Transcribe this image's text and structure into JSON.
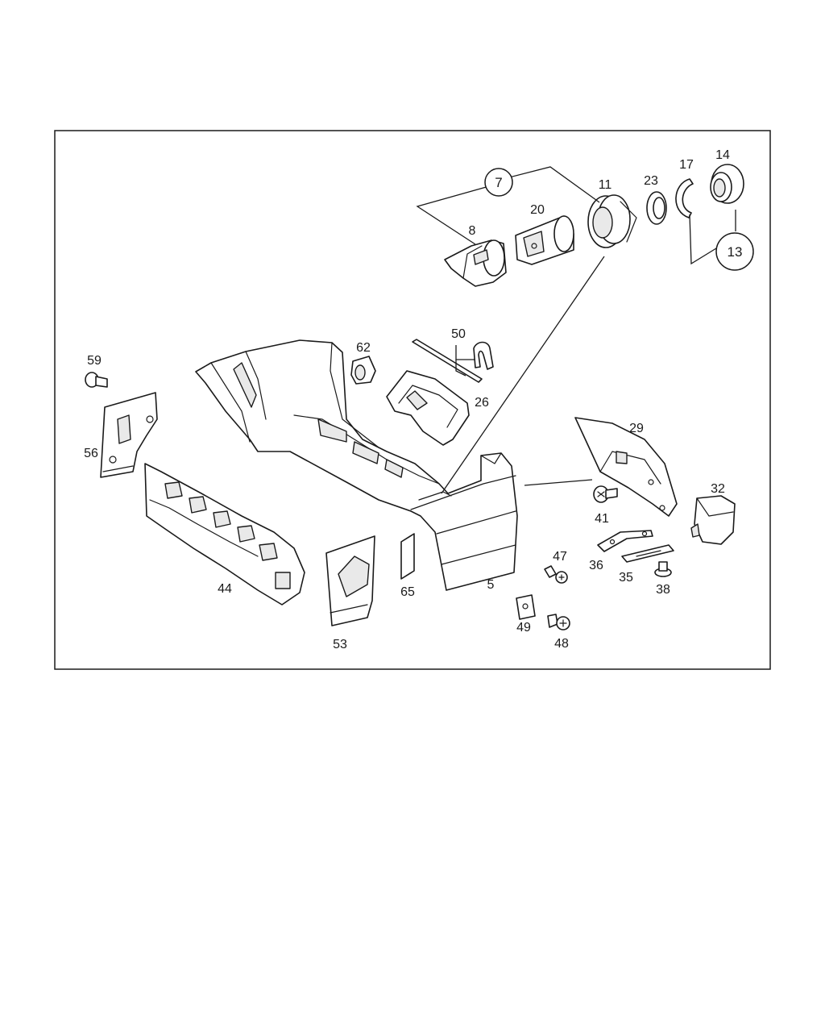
{
  "diagram": {
    "labels": {
      "p7": "7",
      "p8": "8",
      "p11": "11",
      "p13": "13",
      "p14": "14",
      "p17": "17",
      "p20": "20",
      "p23": "23",
      "p26": "26",
      "p29": "29",
      "p32": "32",
      "p35": "35",
      "p36": "36",
      "p38": "38",
      "p41": "41",
      "p44": "44",
      "p47": "47",
      "p48": "48",
      "p49": "49",
      "p5": "5",
      "p50": "50",
      "p53": "53",
      "p56": "56",
      "p59": "59",
      "p62": "62",
      "p65": "65"
    }
  }
}
